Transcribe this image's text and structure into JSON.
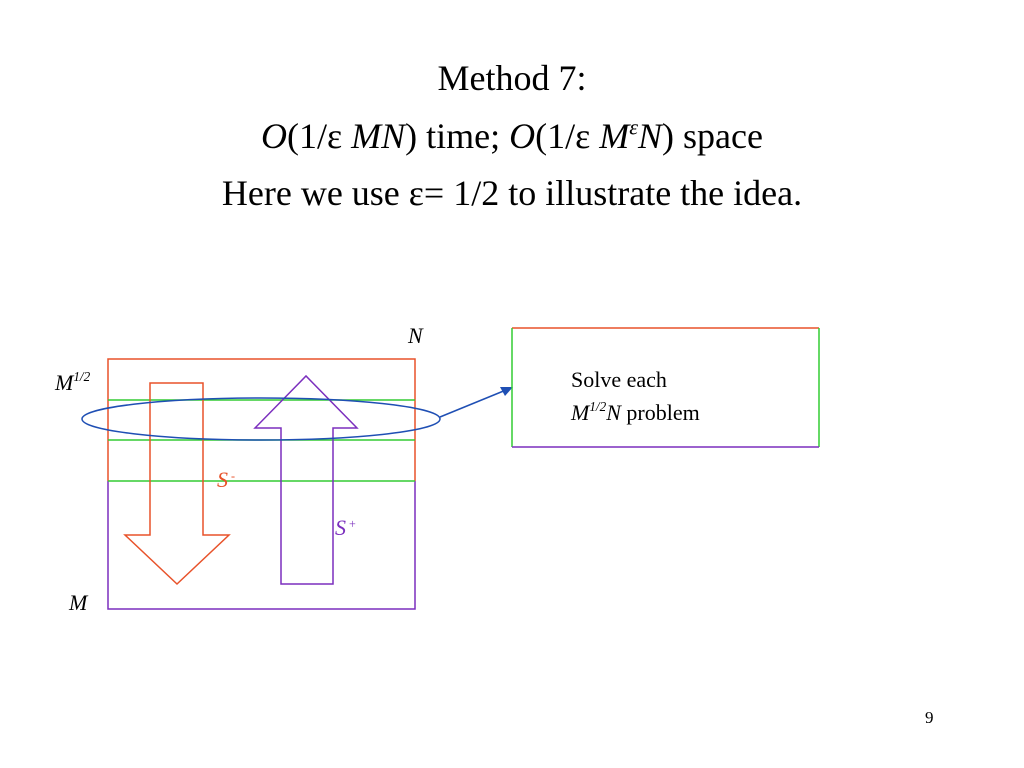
{
  "title": {
    "line1": "Method 7:",
    "line2": {
      "o1": "O",
      "paren1": "(1/ε ",
      "mn": "MN",
      "mid": ") time; ",
      "o2": "O",
      "paren2": "(1/ε ",
      "m": "M",
      "eps_sup": "ε",
      "n": "N",
      "end": ") space"
    },
    "line3": "Here we use ε= 1/2 to illustrate the idea."
  },
  "labels": {
    "n": "N",
    "m_half": {
      "base": "M",
      "sup": "1/2"
    },
    "m": "M",
    "s_minus": {
      "base": "S",
      "sign": "-"
    },
    "s_plus": {
      "base": "S",
      "sign": "+"
    }
  },
  "subproblem": {
    "line1": "Solve each",
    "line2_base": "M",
    "line2_sup": "1/2",
    "line2_n": "N",
    "line2_rest": " problem"
  },
  "page_number": "9",
  "colors": {
    "orange": "#e8522a",
    "purple": "#7b2fbe",
    "green": "#33cc33",
    "blue": "#1f4fb4"
  }
}
